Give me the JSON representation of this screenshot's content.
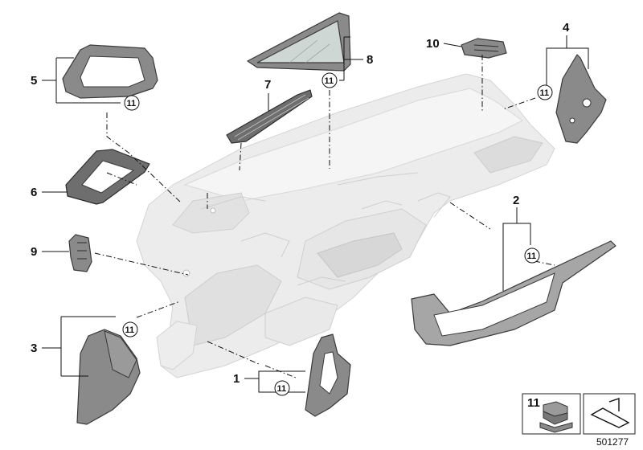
{
  "callouts": {
    "c1": "1",
    "c2": "2",
    "c3": "3",
    "c4": "4",
    "c5": "5",
    "c6": "6",
    "c7": "7",
    "c8": "8",
    "c9": "9",
    "c10": "10",
    "c11": "11"
  },
  "legend": {
    "label": "11"
  },
  "reference_number": "501277"
}
